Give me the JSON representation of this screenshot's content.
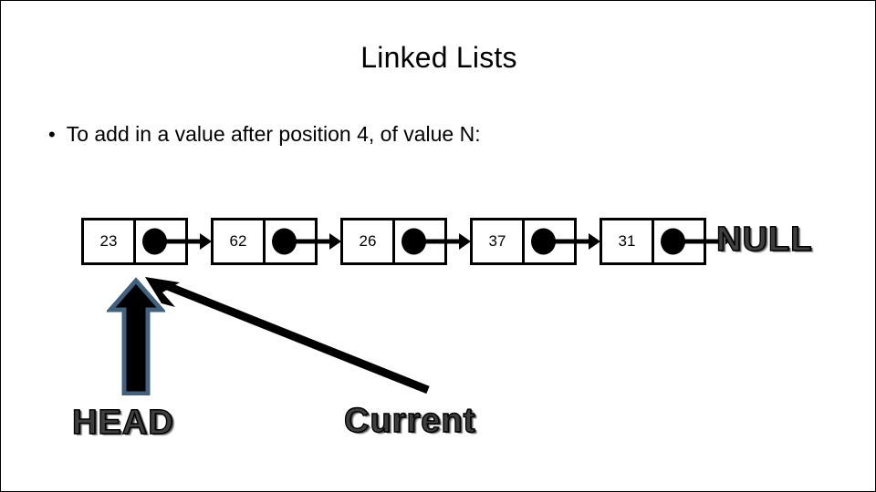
{
  "slide": {
    "title": "Linked Lists",
    "bullet_marker": "•",
    "bullet_text": "To add in a value after position 4, of value N:"
  },
  "linked_list": {
    "nodes": [
      {
        "value": "23"
      },
      {
        "value": "62"
      },
      {
        "value": "26"
      },
      {
        "value": "37"
      },
      {
        "value": "31"
      }
    ],
    "terminator": "NULL"
  },
  "annotations": {
    "head_label": "HEAD",
    "current_label": "Current"
  },
  "colors": {
    "background": "#ffffff",
    "ink": "#000000",
    "wordart_fill": "#3f3f3f",
    "wordart_outline": "#000000",
    "block_arrow_fill": "#000000",
    "block_arrow_outline": "#41617f"
  }
}
